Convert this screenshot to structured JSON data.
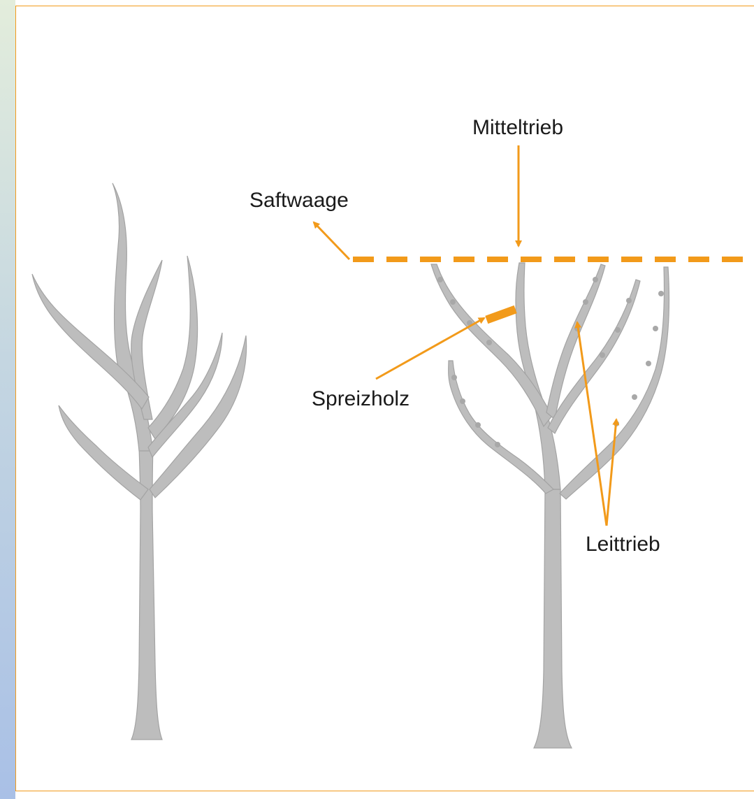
{
  "labels": {
    "mitteltrieb": "Mitteltrieb",
    "saftwaage": "Saftwaage",
    "spreizholz": "Spreizholz",
    "leittrieb": "Leittrieb"
  },
  "colors": {
    "accent": "#f29a1a",
    "tree_fill": "#bdbdbd",
    "tree_stroke": "#a3a3a3",
    "text": "#1a1a1a",
    "frame_gradient": [
      "#e3eddc",
      "#c4d6e1",
      "#a9c0e6"
    ]
  }
}
